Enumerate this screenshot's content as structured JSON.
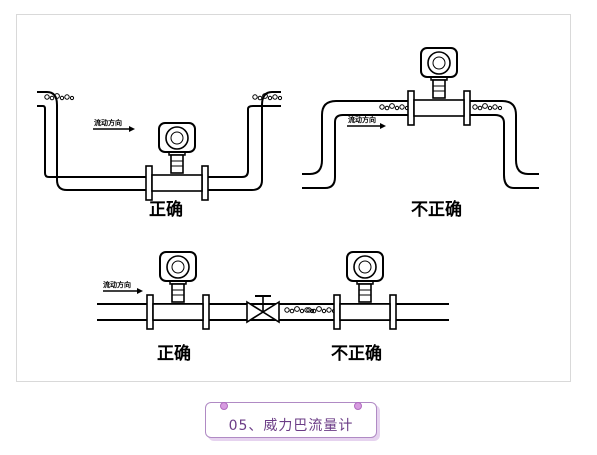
{
  "panels": [
    {
      "id": "u-pipe",
      "flow_label": "流动方向",
      "verdict": "正确"
    },
    {
      "id": "inverted-u-pipe",
      "flow_label": "流动方向",
      "verdict": "不正确"
    },
    {
      "id": "straight-pipe-before-valve",
      "flow_label": "流动方向",
      "verdict": "正确"
    },
    {
      "id": "straight-pipe-after-valve",
      "verdict": "不正确"
    }
  ],
  "caption": {
    "text": "05、威力巴流量计"
  }
}
